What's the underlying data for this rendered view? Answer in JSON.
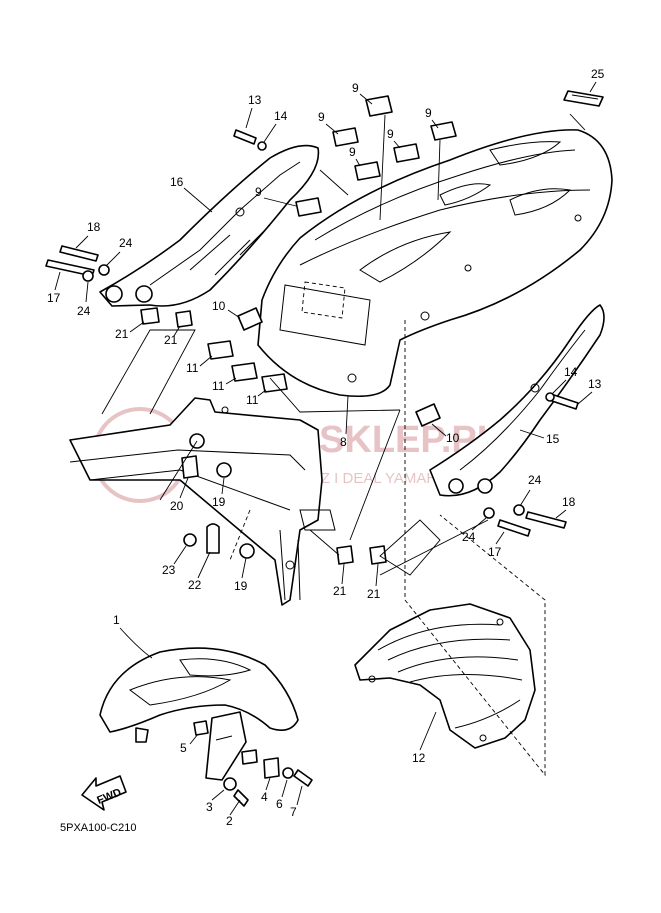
{
  "diagram": {
    "callouts": [
      {
        "id": "c1",
        "label": "1"
      },
      {
        "id": "c2",
        "label": "2"
      },
      {
        "id": "c3",
        "label": "3"
      },
      {
        "id": "c4",
        "label": "4"
      },
      {
        "id": "c5",
        "label": "5"
      },
      {
        "id": "c6",
        "label": "6"
      },
      {
        "id": "c7",
        "label": "7"
      },
      {
        "id": "c8",
        "label": "8"
      },
      {
        "id": "c9a",
        "label": "9"
      },
      {
        "id": "c9b",
        "label": "9"
      },
      {
        "id": "c9c",
        "label": "9"
      },
      {
        "id": "c9d",
        "label": "9"
      },
      {
        "id": "c9e",
        "label": "9"
      },
      {
        "id": "c9f",
        "label": "9"
      },
      {
        "id": "c10a",
        "label": "10"
      },
      {
        "id": "c10b",
        "label": "10"
      },
      {
        "id": "c11a",
        "label": "11"
      },
      {
        "id": "c11b",
        "label": "11"
      },
      {
        "id": "c11c",
        "label": "11"
      },
      {
        "id": "c12",
        "label": "12"
      },
      {
        "id": "c13a",
        "label": "13"
      },
      {
        "id": "c13b",
        "label": "13"
      },
      {
        "id": "c14a",
        "label": "14"
      },
      {
        "id": "c14b",
        "label": "14"
      },
      {
        "id": "c15",
        "label": "15"
      },
      {
        "id": "c16",
        "label": "16"
      },
      {
        "id": "c17a",
        "label": "17"
      },
      {
        "id": "c17b",
        "label": "17"
      },
      {
        "id": "c18a",
        "label": "18"
      },
      {
        "id": "c18b",
        "label": "18"
      },
      {
        "id": "c19a",
        "label": "19"
      },
      {
        "id": "c19b",
        "label": "19"
      },
      {
        "id": "c20",
        "label": "20"
      },
      {
        "id": "c21a",
        "label": "21"
      },
      {
        "id": "c21b",
        "label": "21"
      },
      {
        "id": "c21c",
        "label": "21"
      },
      {
        "id": "c21d",
        "label": "21"
      },
      {
        "id": "c22",
        "label": "22"
      },
      {
        "id": "c23",
        "label": "23"
      },
      {
        "id": "c24a",
        "label": "24"
      },
      {
        "id": "c24b",
        "label": "24"
      },
      {
        "id": "c24c",
        "label": "24"
      },
      {
        "id": "c24d",
        "label": "24"
      },
      {
        "id": "c25",
        "label": "25"
      }
    ],
    "fwd_label": "FWD",
    "drawing_code": "5PXA100-C210",
    "watermark": {
      "main": "YAMA-SKLEP.PL",
      "sub": "WOJCIECHOWICZ I DEAL YAMAHA",
      "color": "#e3b9bd"
    }
  }
}
